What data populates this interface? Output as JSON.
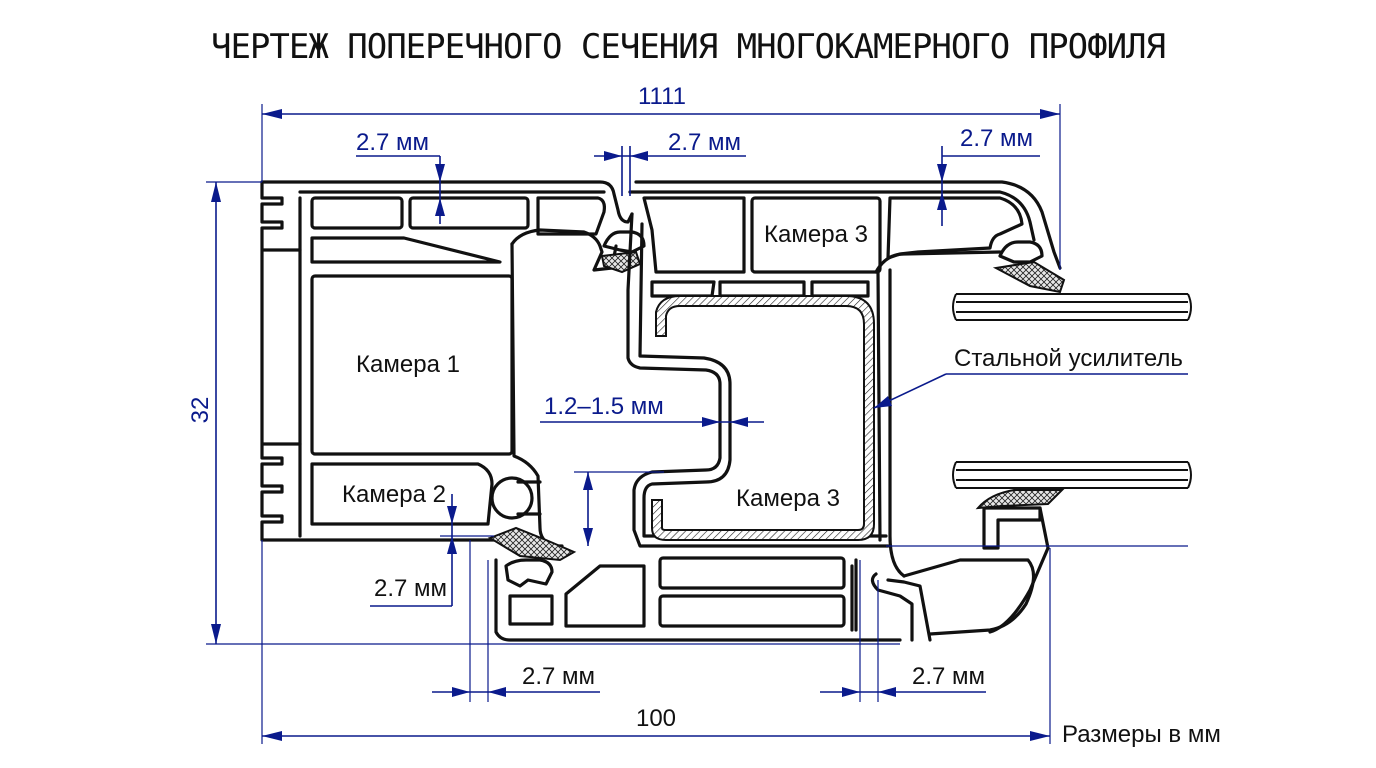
{
  "title": "ЧЕРТЕЖ ПОПЕРЕЧНОГО СЕЧЕНИЯ МНОГОКАМЕРНОГО ПРОФИЛЯ",
  "dimensions": {
    "top_width": "1111",
    "height": "32",
    "bottom_width": "100",
    "wall_top_left": "2.7 мм",
    "wall_top_mid": "2.7 мм",
    "wall_top_right": "2.7 мм",
    "wall_left_bottom": "2.7 мм",
    "wall_bottom_left": "2.7 мм",
    "wall_bottom_right": "2.7 мм",
    "inner_wall": "1.2–1.5 мм"
  },
  "labels": {
    "chamber1": "Камера 1",
    "chamber2": "Камера 2",
    "chamber3_top": "Камера 3",
    "chamber3_main": "Камера 3",
    "steel": "Стальной усилитель",
    "units": "Размеры в мм"
  },
  "colors": {
    "dimension": "#0a1a8c",
    "outline": "#111111"
  }
}
